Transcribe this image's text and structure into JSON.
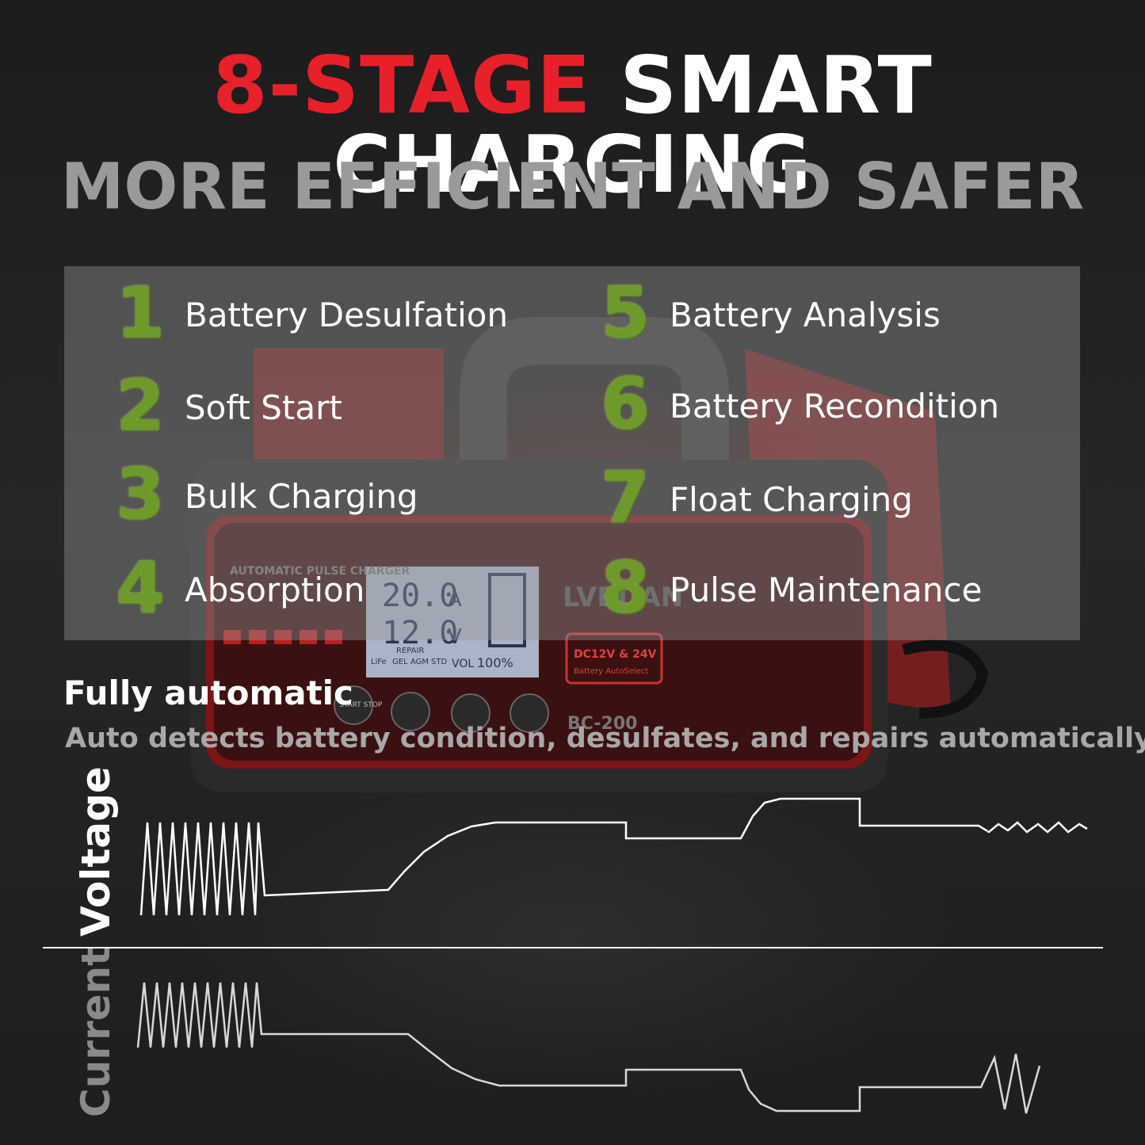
{
  "headline": {
    "accent": "8-STAGE",
    "main": "SMART CHARGING"
  },
  "subheadline": "MORE EFFICIENT AND SAFER",
  "stages": [
    {
      "number": "1",
      "label": "Battery Desulfation"
    },
    {
      "number": "2",
      "label": "Soft Start"
    },
    {
      "number": "3",
      "label": "Bulk Charging"
    },
    {
      "number": "4",
      "label": "Absorption"
    },
    {
      "number": "5",
      "label": "Battery Analysis"
    },
    {
      "number": "6",
      "label": "Battery Recondition"
    },
    {
      "number": "7",
      "label": "Float Charging"
    },
    {
      "number": "8",
      "label": "Pulse Maintenance"
    }
  ],
  "feature": {
    "title": "Fully automatic",
    "description": "Auto detects battery condition, desulfates, and repairs automatically"
  },
  "graph": {
    "voltage_label": "Voltage",
    "current_label": "Current"
  },
  "device": {
    "display_amps": "20.0",
    "amps_unit": "A",
    "display_volts": "12.0",
    "volts_unit": "V",
    "mode_label": "REPAIR",
    "modes": [
      "LiFe",
      "GEL",
      "AGM",
      "STD"
    ],
    "vol_label": "VOL",
    "percent": "100%",
    "brand": "LVBDAN",
    "brand_sub": "AUTOMATIC PULSE CHARGER",
    "badge_line1": "DC12V & 24V",
    "badge_line2": "Battery AutoSelect",
    "start_stop": "START STOP",
    "model": "BC-200"
  },
  "colors": {
    "accent_red": "#e8202a",
    "number_green": "#6e9a2c",
    "subhead_gray": "#9a9a9a"
  }
}
